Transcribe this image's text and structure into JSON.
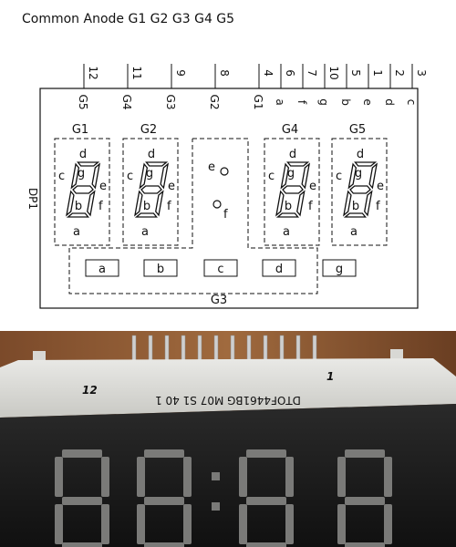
{
  "title": "Common Anode G1 G2 G3 G4 G5",
  "pin_numbers": [
    "12",
    "11",
    "9",
    "8",
    "4",
    "6",
    "7",
    "10",
    "5",
    "1",
    "2",
    "3"
  ],
  "pin_signals": [
    "G5",
    "G4",
    "G3",
    "G2",
    "G1",
    "a",
    "f",
    "g",
    "b",
    "e",
    "d",
    "c"
  ],
  "side_label": "DP1",
  "digits": [
    {
      "label": "G1",
      "top": "d",
      "left": "c",
      "mid": "g",
      "right": "e",
      "inner": "b",
      "inner_right": "f",
      "bottom": "a"
    },
    {
      "label": "G2",
      "top": "d",
      "left": "c",
      "mid": "g",
      "right": "e",
      "inner": "b",
      "inner_right": "f",
      "bottom": "a"
    },
    {
      "label": "G4",
      "top": "d",
      "left": "c",
      "mid": "g",
      "right": "e",
      "inner": "b",
      "inner_right": "f",
      "bottom": "a"
    },
    {
      "label": "G5",
      "top": "d",
      "left": "c",
      "mid": "g",
      "right": "e",
      "inner": "b",
      "inner_right": "f",
      "bottom": "a"
    }
  ],
  "colon": {
    "upper": "e",
    "lower": "f"
  },
  "g3_boxes": [
    "a",
    "b",
    "c",
    "d",
    "g"
  ],
  "g3_label": "G3",
  "photo": {
    "marking": "DTOF4461BG M07 S1 40 1",
    "pin12_label": "12",
    "pin1_label": "1"
  }
}
